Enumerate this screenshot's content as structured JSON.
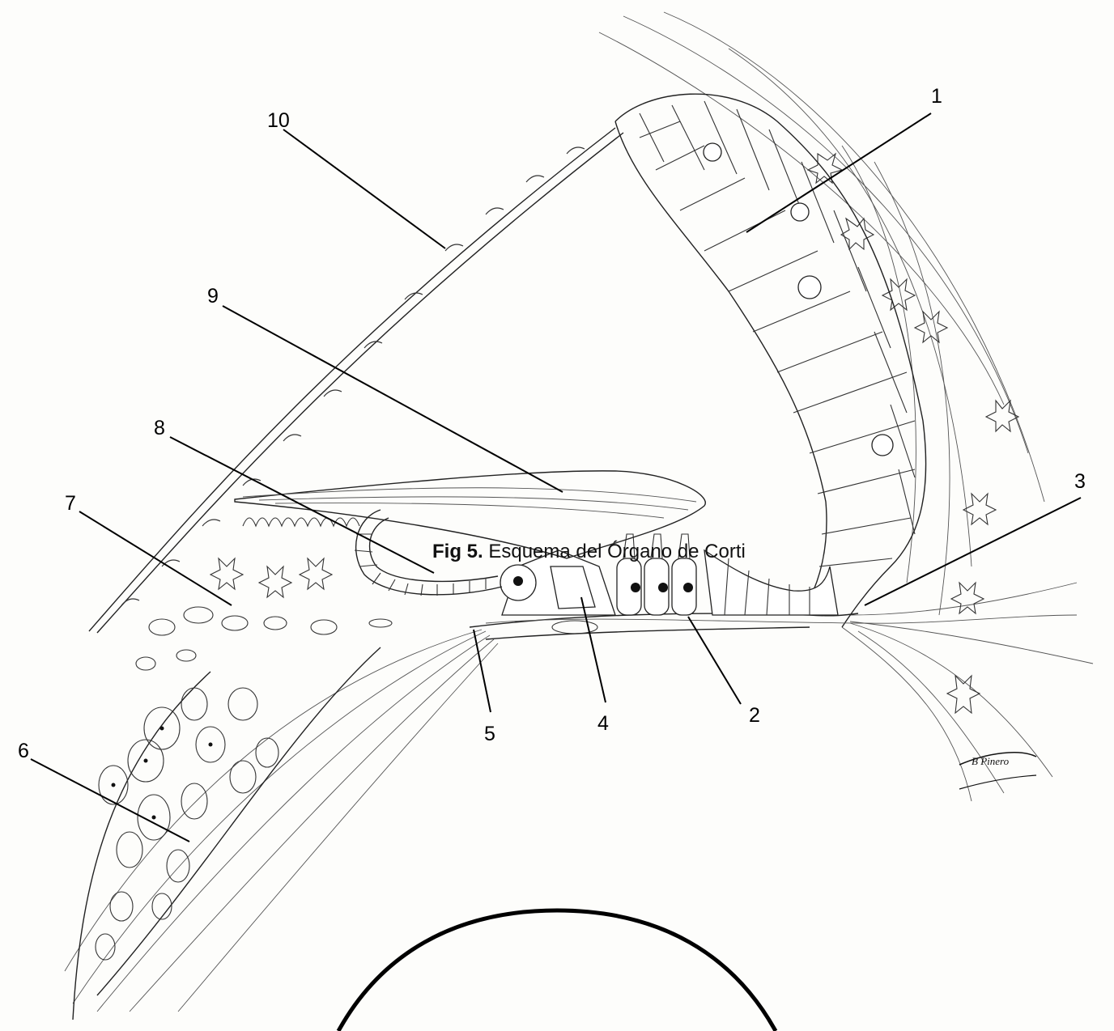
{
  "figure": {
    "callouts": {
      "n1": "1",
      "n2": "2",
      "n3": "3",
      "n4": "4",
      "n5": "5",
      "n6": "6",
      "n7": "7",
      "n8": "8",
      "n9": "9",
      "n10": "10"
    },
    "caption": {
      "number": "Fig 5.",
      "text": "Esquema del Órgano de Corti"
    },
    "signature": "B Pinero"
  }
}
